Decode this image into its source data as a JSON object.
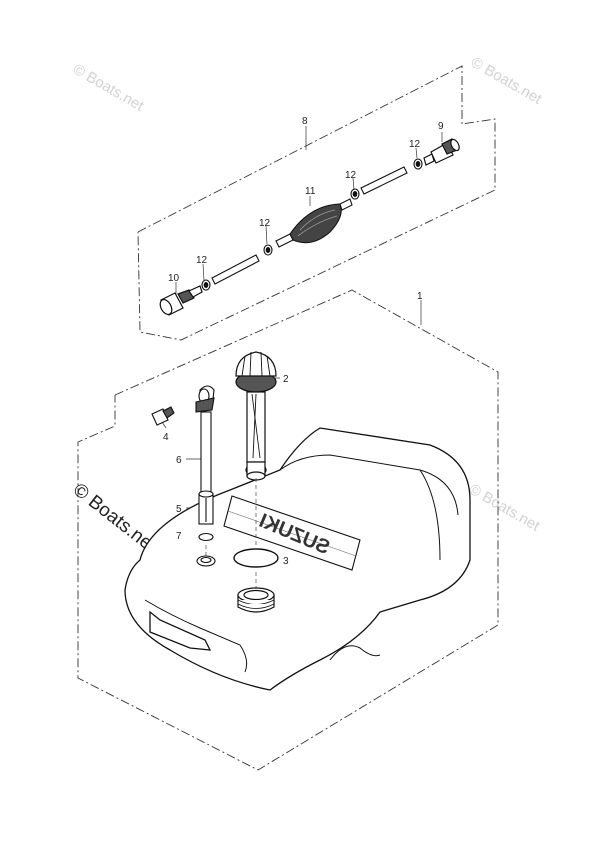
{
  "watermarks": {
    "top_left": "© Boats.net",
    "top_right": "© Boats.net",
    "mid_left": "© Boats.net",
    "mid_right": "© Boats.net"
  },
  "callouts": {
    "c1": "1",
    "c2": "2",
    "c3": "3",
    "c4": "4",
    "c5": "5",
    "c6": "6",
    "c7": "7",
    "c8": "8",
    "c9": "9",
    "c10": "10",
    "c11": "11",
    "c12a": "12",
    "c12b": "12",
    "c12c": "12",
    "c12d": "12"
  },
  "tank_logo": "SUZUKI"
}
